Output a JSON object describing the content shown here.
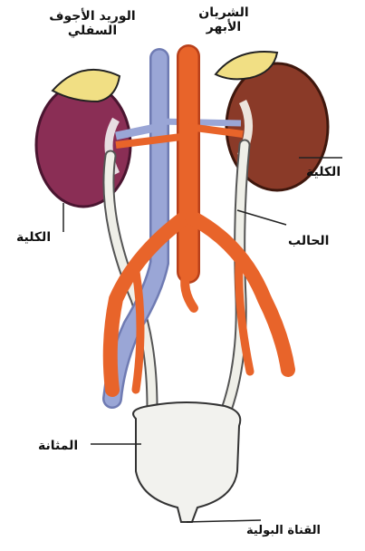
{
  "labels": {
    "ivc_line1": "الوريد الأجوف",
    "ivc_line2": "السفلي",
    "aorta_line1": "الشريان",
    "aorta_line2": "الأبهر",
    "kidney_right": "الكلية",
    "kidney_left": "الكلية",
    "ureter": "الحالب",
    "bladder": "المثانة",
    "urethra": "القناة البولية"
  },
  "colors": {
    "artery": "#e8642a",
    "artery_dark": "#b8401a",
    "vein": "#9aa6d6",
    "vein_dark": "#6f7bb3",
    "kidney_left": "#8a2e55",
    "kidney_right": "#8a3a28",
    "adrenal": "#f1df84",
    "ureter": "#efefe8",
    "bladder": "#f2f2ee",
    "line": "#222222"
  }
}
